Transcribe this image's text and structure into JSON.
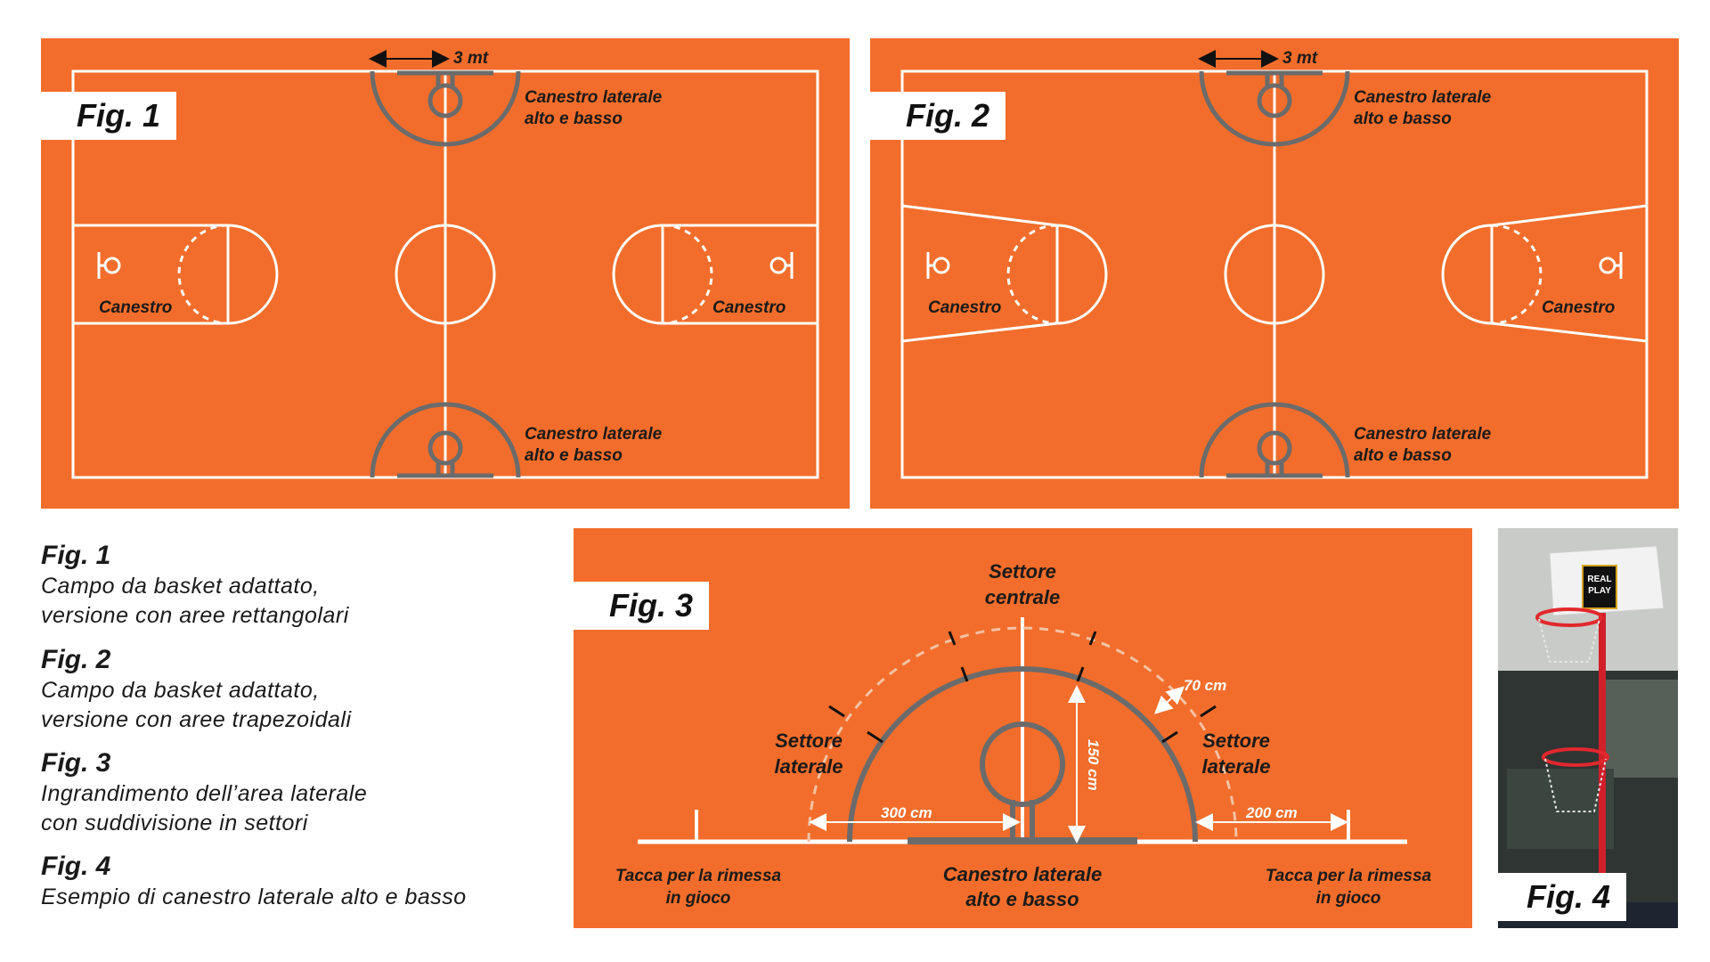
{
  "fig1": {
    "tag": "Fig. 1",
    "dim_label": "3 mt",
    "side_top": [
      "Canestro laterale",
      "alto e basso"
    ],
    "side_bottom": [
      "Canestro laterale",
      "alto e basso"
    ],
    "basket_left": "Canestro",
    "basket_right": "Canestro"
  },
  "fig2": {
    "tag": "Fig. 2",
    "dim_label": "3 mt",
    "side_top": [
      "Canestro laterale",
      "alto e basso"
    ],
    "side_bottom": [
      "Canestro laterale",
      "alto e basso"
    ],
    "basket_left": "Canestro",
    "basket_right": "Canestro"
  },
  "fig3": {
    "tag": "Fig. 3",
    "sector_center": [
      "Settore",
      "centrale"
    ],
    "sector_left": [
      "Settore",
      "laterale"
    ],
    "sector_right": [
      "Settore",
      "laterale"
    ],
    "dim_70": "70 cm",
    "dim_150": "150 cm",
    "dim_300": "300 cm",
    "dim_200": "200 cm",
    "mark_left": [
      "Tacca per la rimessa",
      "in gioco"
    ],
    "basket": [
      "Canestro laterale",
      "alto e basso"
    ],
    "mark_right": [
      "Tacca per la rimessa",
      "in gioco"
    ]
  },
  "fig4": {
    "tag": "Fig. 4",
    "backboard_logo": [
      "REAL",
      "PLAY"
    ]
  },
  "captions": [
    {
      "title": "Fig. 1",
      "lines": [
        "Campo da basket adattato,",
        "versione con aree rettangolari"
      ]
    },
    {
      "title": "Fig. 2",
      "lines": [
        "Campo da basket adattato,",
        "versione con aree trapezoidali"
      ]
    },
    {
      "title": "Fig. 3",
      "lines": [
        "Ingrandimento dell’area laterale",
        "con suddivisione in settori"
      ]
    },
    {
      "title": "Fig. 4",
      "lines": [
        "Esempio di canestro laterale alto e basso"
      ]
    }
  ],
  "colors": {
    "court": "#f26d2b",
    "lines": "#ffffff",
    "side_hoop": "#6b6b6b",
    "ink": "#1a1a1a"
  }
}
